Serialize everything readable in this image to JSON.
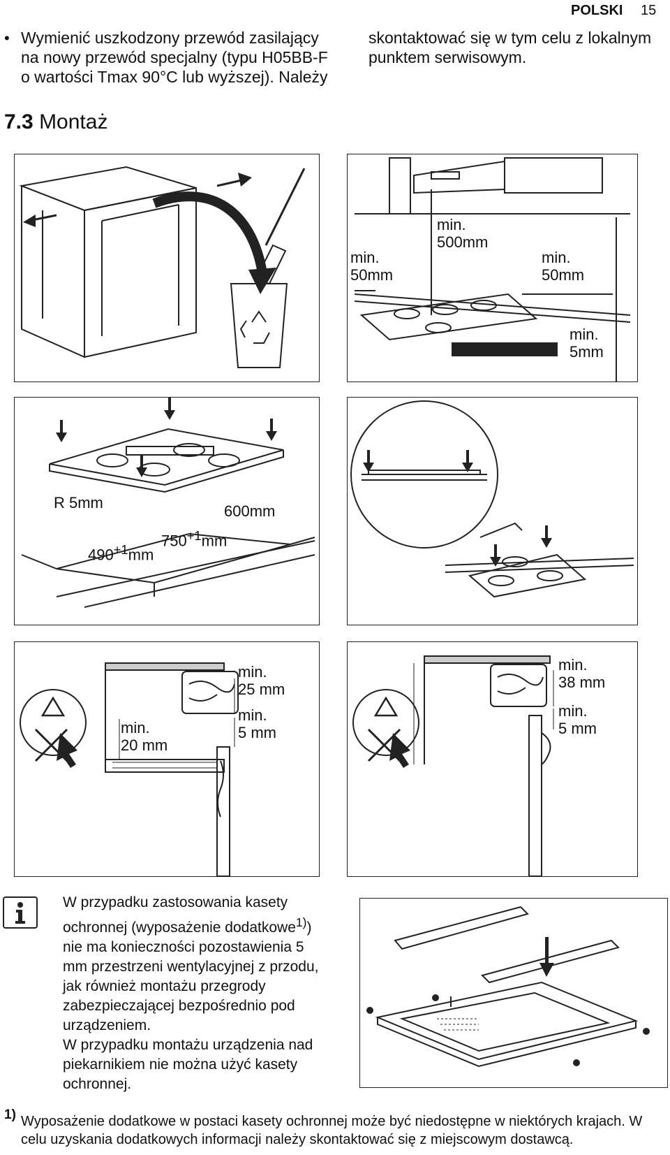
{
  "header": {
    "language": "POLSKI",
    "page_number": "15"
  },
  "intro": {
    "bullet": "•",
    "col1": "Wymienić uszkodzony przewód zasilający na nowy przewód specjalny (typu H05BB-F o wartości Tmax 90°C lub wyższej). Należy",
    "col2": "skontaktować się w tym celu z lokalnym punktem serwisowym."
  },
  "section": {
    "number": "7.3",
    "title": "Montaż"
  },
  "figures": {
    "clearance": {
      "min_label": "min.",
      "top": "500mm",
      "left": "50mm",
      "right": "50mm",
      "bottom": "5mm"
    },
    "cutout": {
      "radius": "R 5mm",
      "depth_total": "600mm",
      "width": "490",
      "width_tol": "+1",
      "length": "750",
      "length_tol": "+1",
      "unit": "mm"
    },
    "vent_a": {
      "min_label": "min.",
      "top": "25 mm",
      "gap": "5 mm",
      "side": "20 mm"
    },
    "vent_b": {
      "min_label": "min.",
      "top": "38 mm",
      "gap": "5 mm"
    }
  },
  "info": {
    "text_a": "W przypadku zastosowania kasety ochronnej (wyposażenie dodatkowe",
    "sup": "1)",
    "text_b": ") nie ma konieczności pozostawienia 5 mm przestrzeni wentylacyjnej z przodu, jak również montażu przegrody zabezpieczającej bezpośrednio pod urządzeniem.",
    "text_c": "W przypadku montażu urządzenia nad piekarnikiem nie można użyć kasety ochronnej."
  },
  "footnote": {
    "mark": "1)",
    "text": "Wyposażenie dodatkowe w postaci kasety ochronnej może być niedostępne w niektórych krajach. W celu uzyskania dodatkowych informacji należy skontaktować się z miejscowym dostawcą."
  }
}
